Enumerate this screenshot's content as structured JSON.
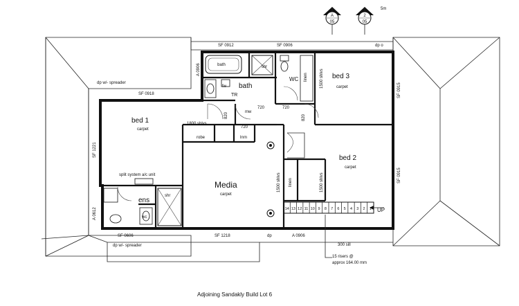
{
  "caption": "Adjoining Sandakly Build Lot 6",
  "north_mark": "5m",
  "section_markers": [
    {
      "letter": "A",
      "sheet": "05"
    },
    {
      "letter": "2",
      "sheet": "05"
    }
  ],
  "rooms": {
    "bath_main": "bath",
    "bath_tub": "bath",
    "shr_top": "shr",
    "wc_top": "WC",
    "linen_top": "linen",
    "bed3": "bed 3",
    "bed3_floor": "carpet",
    "bed1": "bed 1",
    "bed1_floor": "carpet",
    "bed2": "bed 2",
    "bed2_floor": "carpet",
    "media": "Media",
    "media_floor": "carpet",
    "ens": "ens",
    "shr_ens": "shr",
    "wc_ens": "wc",
    "robe": "robe",
    "lnrn": "lnrn",
    "linen_mid": "linen",
    "tr": "TR",
    "fw": "fw",
    "mw": "mw",
    "split_system": "split system a/c unit"
  },
  "shelves": {
    "s1500_top": "1500 shlvs",
    "s1800": "1800 shlvs",
    "s1500_a": "1500 shlvs",
    "s1500_b": "1500 shlvs"
  },
  "dims": {
    "d720a": "720",
    "d720b": "720",
    "d720c": "720",
    "d820a": "820",
    "d820b": "820",
    "sill": "300 sill"
  },
  "windows": {
    "sf0912": "SF 0912",
    "sf0906_top": "SF 0906",
    "dp0": "dp o",
    "a0906_left": "A 0906",
    "sf0918": "SF 0918",
    "sf0915_top": "SF 0915",
    "sf1221": "SF 1221",
    "a0612": "A 0612",
    "sf0915_right": "SF 0915",
    "sf0606": "SF 0606",
    "sf1218": "SF 1218",
    "a0906_bottom": "A 0906",
    "dp_bottom": "dp"
  },
  "notes": {
    "spreader_top": "dp w/- spreader",
    "spreader_bottom": "dp w/- spreader",
    "risers_1": "15 risers @",
    "risers_2": "approx 164.00 mm",
    "up": "UP"
  },
  "stair_numbers": [
    "14",
    "13",
    "12",
    "11",
    "10",
    "9",
    "8",
    "7",
    "6",
    "5",
    "4",
    "3",
    "2",
    "1"
  ]
}
